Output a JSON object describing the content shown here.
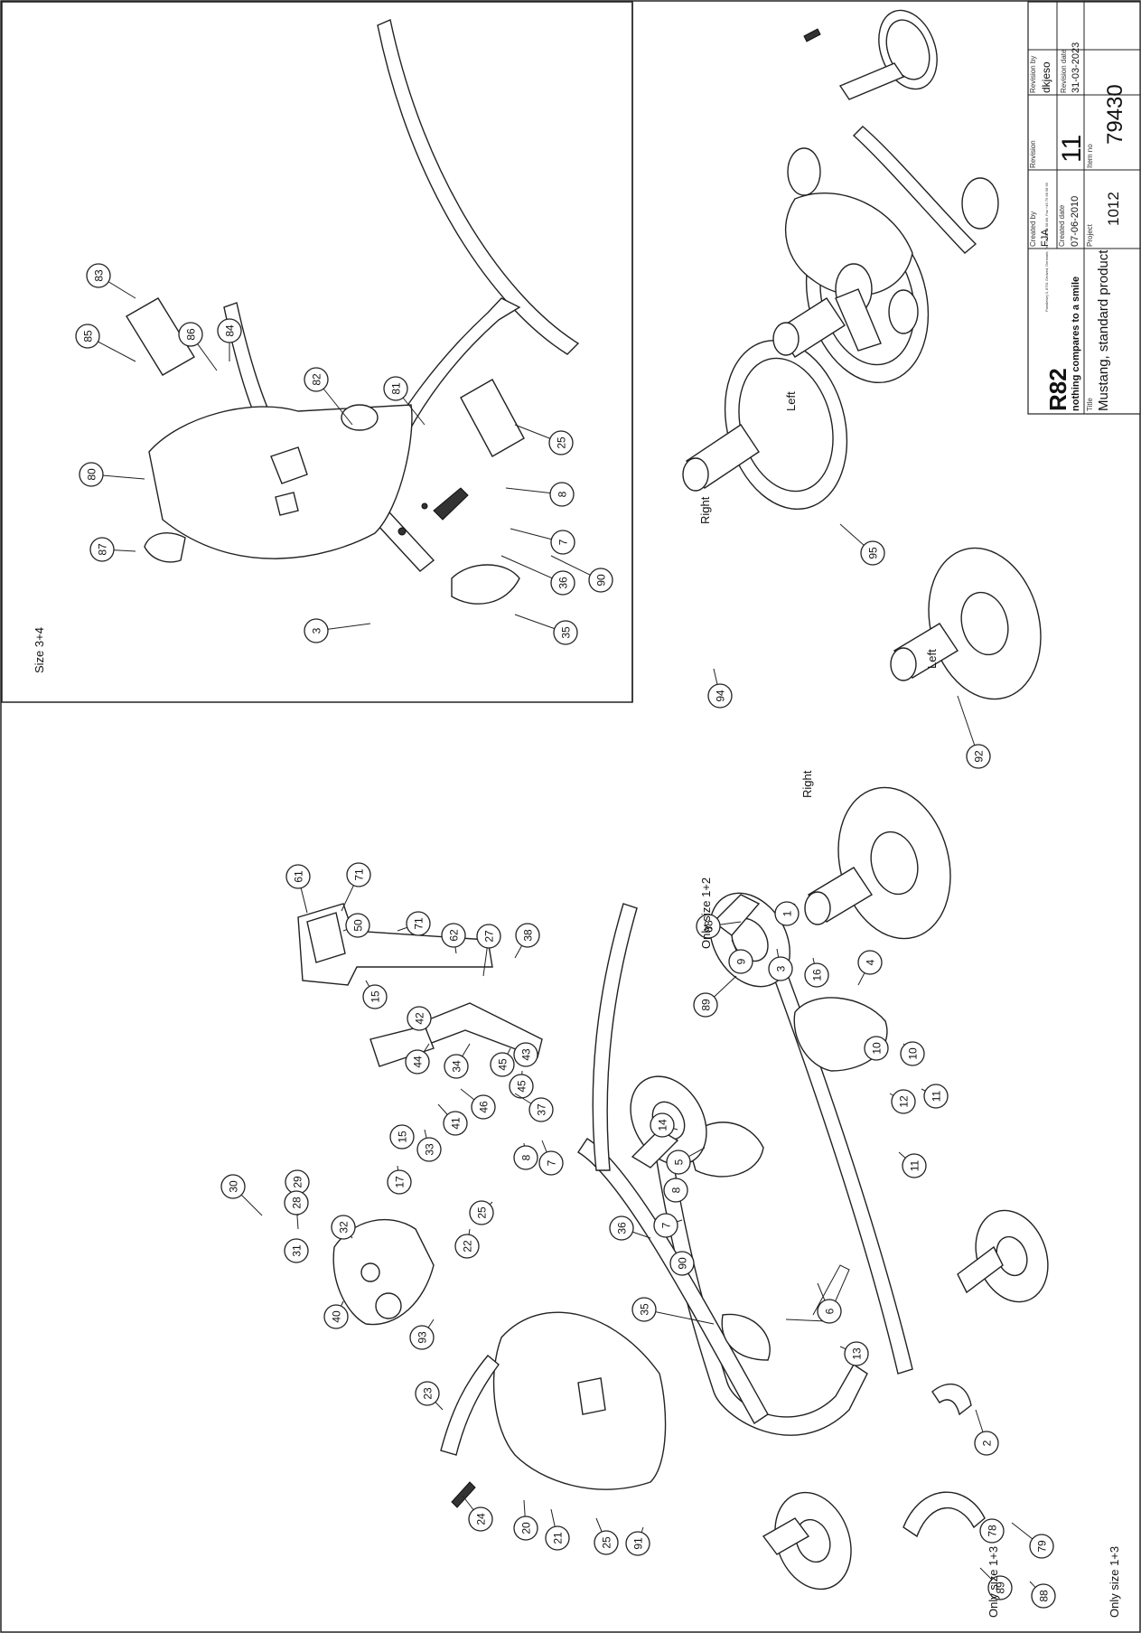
{
  "inset": {
    "label": "Size 3+4"
  },
  "annotations": {
    "only_size_1_2": "Only size 1+2",
    "only_size_1_3_a": "Only size 1+3",
    "only_size_1_3_b": "Only size 1+3",
    "right_1": "Right",
    "left_1": "Left",
    "right_2": "Right",
    "left_2": "Left"
  },
  "title_block": {
    "logo": "R82",
    "slogan": "nothing compares to a smile",
    "address": "Parallelvej 3, 8751 Gedved, Denmark, Tel +45 79 68 58 88, Fax +45 79 68 58 99",
    "title_label": "Title",
    "title": "Mustang, standard product",
    "created_by_label": "Created by",
    "created_by": "FJA",
    "created_date_label": "Created date",
    "created_date": "07-06-2010",
    "revision_label": "Revision",
    "revision": "11",
    "revision_by_label": "Revision by",
    "revision_by": "dkjeso",
    "revision_date_label": "Revision date",
    "revision_date": "31-03-2023",
    "project_label": "Project",
    "project": "1012",
    "item_no_label": "Item no",
    "item_no": "79430"
  },
  "balloons": [
    {
      "n": "85"
    },
    {
      "n": "86"
    },
    {
      "n": "84"
    },
    {
      "n": "83"
    },
    {
      "n": "82"
    },
    {
      "n": "81"
    },
    {
      "n": "80"
    },
    {
      "n": "87"
    },
    {
      "n": "25"
    },
    {
      "n": "8"
    },
    {
      "n": "7"
    },
    {
      "n": "36"
    },
    {
      "n": "90"
    },
    {
      "n": "3"
    },
    {
      "n": "35"
    },
    {
      "n": "61"
    },
    {
      "n": "71"
    },
    {
      "n": "50"
    },
    {
      "n": "71"
    },
    {
      "n": "62"
    },
    {
      "n": "27"
    },
    {
      "n": "38"
    },
    {
      "n": "15"
    },
    {
      "n": "42"
    },
    {
      "n": "44"
    },
    {
      "n": "34"
    },
    {
      "n": "45"
    },
    {
      "n": "43"
    },
    {
      "n": "45"
    },
    {
      "n": "46"
    },
    {
      "n": "41"
    },
    {
      "n": "33"
    },
    {
      "n": "17"
    },
    {
      "n": "15"
    },
    {
      "n": "30"
    },
    {
      "n": "29"
    },
    {
      "n": "28"
    },
    {
      "n": "32"
    },
    {
      "n": "31"
    },
    {
      "n": "40"
    },
    {
      "n": "37"
    },
    {
      "n": "8"
    },
    {
      "n": "7"
    },
    {
      "n": "25"
    },
    {
      "n": "22"
    },
    {
      "n": "93"
    },
    {
      "n": "23"
    },
    {
      "n": "24"
    },
    {
      "n": "20"
    },
    {
      "n": "21"
    },
    {
      "n": "25"
    },
    {
      "n": "91"
    },
    {
      "n": "9"
    },
    {
      "n": "3"
    },
    {
      "n": "16"
    },
    {
      "n": "4"
    },
    {
      "n": "10"
    },
    {
      "n": "12"
    },
    {
      "n": "10"
    },
    {
      "n": "11"
    },
    {
      "n": "11"
    },
    {
      "n": "5"
    },
    {
      "n": "14"
    },
    {
      "n": "8"
    },
    {
      "n": "7"
    },
    {
      "n": "36"
    },
    {
      "n": "90"
    },
    {
      "n": "35"
    },
    {
      "n": "6"
    },
    {
      "n": "13"
    },
    {
      "n": "78"
    },
    {
      "n": "79"
    },
    {
      "n": "2"
    },
    {
      "n": "89"
    },
    {
      "n": "88"
    },
    {
      "n": "88"
    },
    {
      "n": "89"
    },
    {
      "n": "1"
    },
    {
      "n": "92"
    },
    {
      "n": "94"
    },
    {
      "n": "95"
    }
  ]
}
